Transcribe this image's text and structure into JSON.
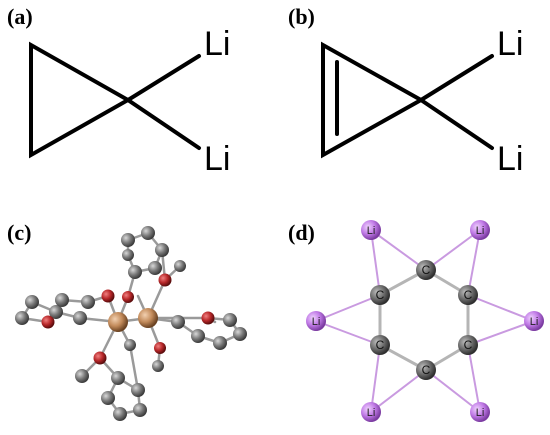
{
  "panels": {
    "a": {
      "label": "(a)",
      "substituents": [
        "Li",
        "Li"
      ]
    },
    "b": {
      "label": "(b)",
      "substituents": [
        "Li",
        "Li"
      ]
    },
    "c": {
      "label": "(c)"
    },
    "d": {
      "label": "(d)",
      "carbon_symbol": "C",
      "lithium_symbol": "Li",
      "carbon_count": 6,
      "lithium_count": 6
    }
  },
  "colors": {
    "carbon": "#6d6d6d",
    "lithium": "#b060d8",
    "oxygen": "#b8282a",
    "metal": "#c28a5a",
    "bond_gray": "#b5b5b5",
    "bond_li": "#c99ae0"
  }
}
